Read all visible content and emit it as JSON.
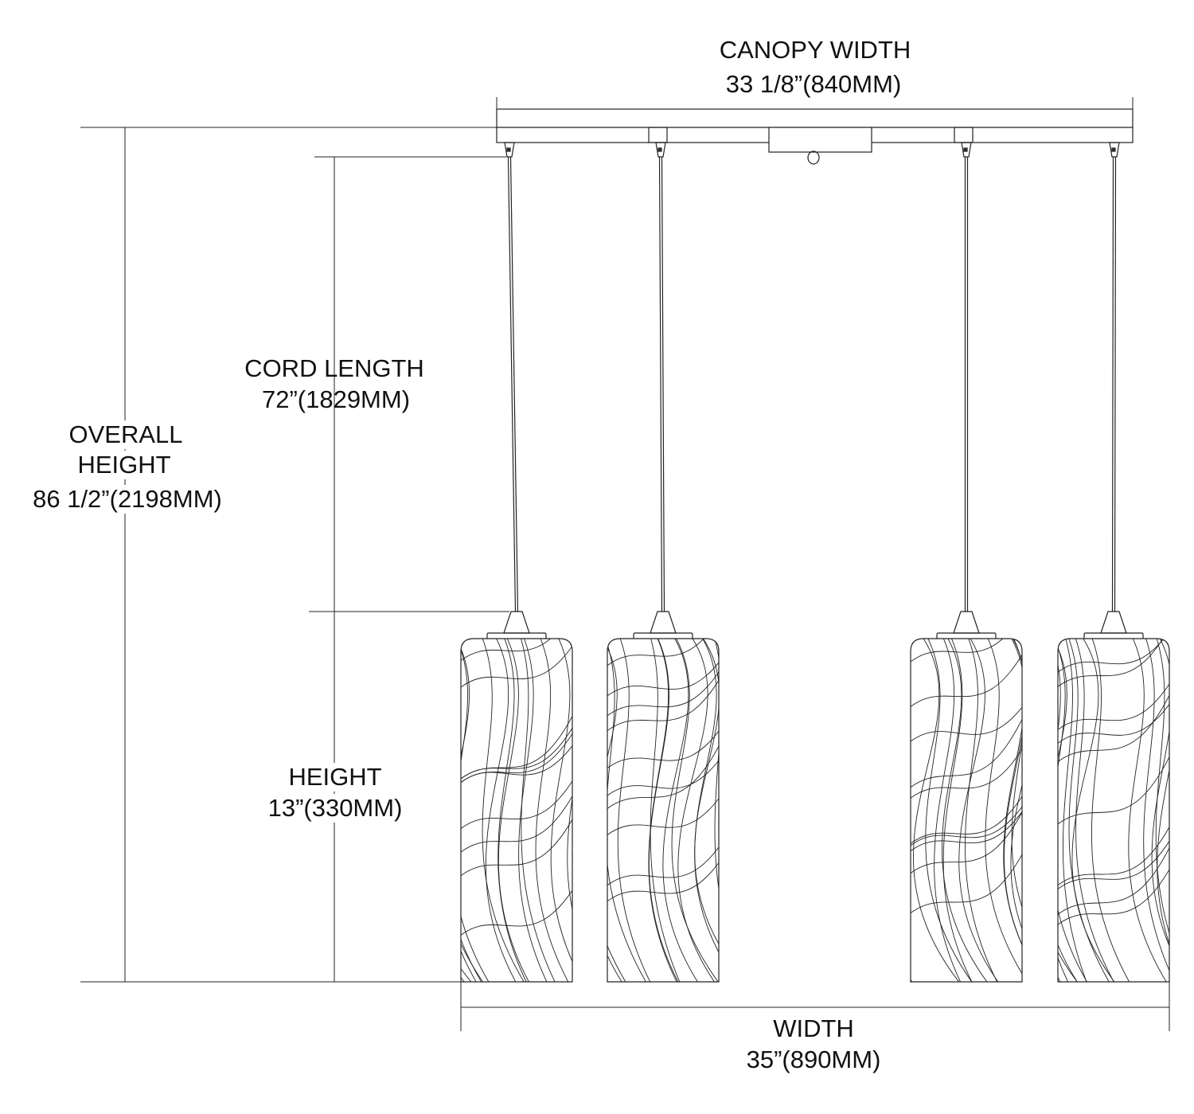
{
  "dimensions": {
    "canopy_width": {
      "title": "CANOPY WIDTH",
      "value": "33 1/8”(840MM)"
    },
    "cord_length": {
      "title": "CORD LENGTH",
      "value": "72”(1829MM)"
    },
    "overall_height": {
      "title_line1": "OVERALL",
      "title_line2": "HEIGHT",
      "value": "86 1/2”(2198MM)"
    },
    "height": {
      "title": "HEIGHT",
      "value": "13”(330MM)"
    },
    "width": {
      "title": "WIDTH",
      "value": "35”(890MM)"
    }
  },
  "pendant_count": 4,
  "line_color": "#222222"
}
